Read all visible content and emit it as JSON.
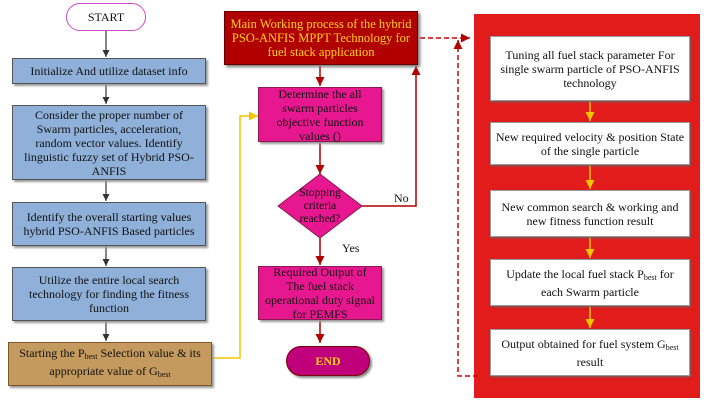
{
  "start": "START",
  "end": "END",
  "left_steps": [
    "Initialize And utilize dataset info",
    "Consider the proper number of Swarm particles, acceleration, random vector values. Identify linguistic fuzzy set of Hybrid PSO-ANFIS",
    "Identify the overall starting values hybrid PSO-ANFIS Based particles",
    "Utilize the entire local search technology for finding the fitness function"
  ],
  "pbest_step": {
    "a": "Starting the P",
    "sub1": "best",
    "b": " Selection value & its appropriate value of G",
    "sub2": "best"
  },
  "main_process": "Main Working process of the hybrid PSO-ANFIS MPPT Technology for fuel stack application",
  "determine": "Determine the all swarm particles objective function values ()",
  "decision": "Stopping criteria reached?",
  "no_label": "No",
  "yes_label": "Yes",
  "output": "Required Output of The fuel stack operational duty signal for PEMFS",
  "right_steps": [
    "Tuning all fuel stack parameter For single swarm particle of PSO-ANFIS technology",
    "New required velocity & position State of the single particle",
    "New common search & working and new fitness function result"
  ],
  "update_step": {
    "a": "Update the local fuel stack P",
    "sub": "best",
    "b": " for each Swarm particle"
  },
  "output_system": {
    "a": "Output obtained for fuel system G",
    "sub": "best",
    "b": " result"
  },
  "colors": {
    "blue": "#8fb0d9",
    "pink": "#e6178f",
    "red_panel": "#e21b1b",
    "main_box": "#b00000",
    "gold_text": "#ffd21a",
    "brown": "#c49a5e",
    "yellow_arrow": "#f5c400"
  }
}
